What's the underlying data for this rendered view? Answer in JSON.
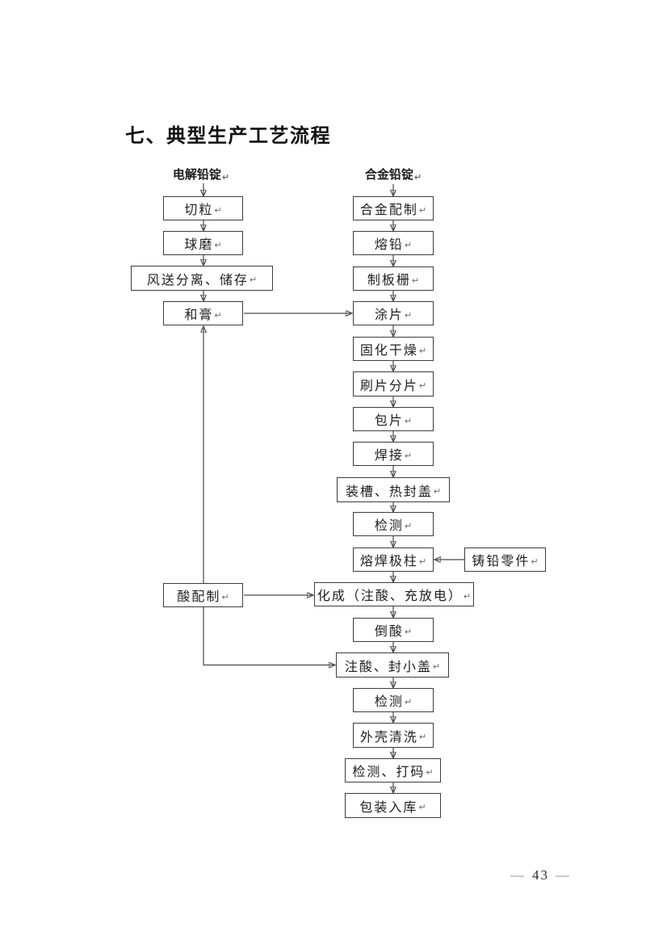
{
  "page": {
    "title": "七、典型生产工艺流程",
    "number": "43",
    "dash": "—"
  },
  "marks": {
    "paragraph_mark": "↵"
  },
  "colors": {
    "text": "#1f1f1f",
    "box_border": "#3d3d3d",
    "connector": "#4a4a4a",
    "paragraph_mark": "#6b6b6b",
    "page_dash": "#8a8a8a"
  },
  "flowchart": {
    "left_column": {
      "header": "电解铅锭",
      "steps": [
        {
          "label": "切粒"
        },
        {
          "label": "球磨"
        },
        {
          "label": "风送分离、储存"
        },
        {
          "label": "和膏"
        },
        {
          "label": "酸配制"
        }
      ]
    },
    "right_column": {
      "header": "合金铅锭",
      "steps": [
        {
          "label": "合金配制"
        },
        {
          "label": "熔铅"
        },
        {
          "label": "制板栅"
        },
        {
          "label": "涂片"
        },
        {
          "label": "固化干燥"
        },
        {
          "label": "刷片分片"
        },
        {
          "label": "包片"
        },
        {
          "label": "焊接"
        },
        {
          "label": "装槽、热封盖"
        },
        {
          "label": "检测"
        },
        {
          "label": "熔焊极柱"
        },
        {
          "label": "化成（注酸、充放电）"
        },
        {
          "label": "倒酸"
        },
        {
          "label": "注酸、封小盖"
        },
        {
          "label": "检测"
        },
        {
          "label": "外壳清洗"
        },
        {
          "label": "检测、打码"
        },
        {
          "label": "包装入库"
        }
      ]
    },
    "side_boxes": [
      {
        "label": "铸铅零件"
      }
    ],
    "edges": [
      {
        "from": "电解铅锭",
        "to": "切粒"
      },
      {
        "from": "切粒",
        "to": "球磨"
      },
      {
        "from": "球磨",
        "to": "风送分离、储存"
      },
      {
        "from": "风送分离、储存",
        "to": "和膏"
      },
      {
        "from": "和膏",
        "to": "涂片"
      },
      {
        "from": "酸配制",
        "to": "和膏"
      },
      {
        "from": "酸配制",
        "to": "化成（注酸、充放电）"
      },
      {
        "from": "酸配制",
        "to": "注酸、封小盖"
      },
      {
        "from": "合金铅锭",
        "to": "合金配制"
      },
      {
        "from": "合金配制",
        "to": "熔铅"
      },
      {
        "from": "熔铅",
        "to": "制板栅"
      },
      {
        "from": "制板栅",
        "to": "涂片"
      },
      {
        "from": "涂片",
        "to": "固化干燥"
      },
      {
        "from": "固化干燥",
        "to": "刷片分片"
      },
      {
        "from": "刷片分片",
        "to": "包片"
      },
      {
        "from": "包片",
        "to": "焊接"
      },
      {
        "from": "焊接",
        "to": "装槽、热封盖"
      },
      {
        "from": "装槽、热封盖",
        "to": "检测"
      },
      {
        "from": "检测",
        "to": "熔焊极柱"
      },
      {
        "from": "铸铅零件",
        "to": "熔焊极柱"
      },
      {
        "from": "熔焊极柱",
        "to": "化成（注酸、充放电）"
      },
      {
        "from": "化成（注酸、充放电）",
        "to": "倒酸"
      },
      {
        "from": "倒酸",
        "to": "注酸、封小盖"
      },
      {
        "from": "注酸、封小盖",
        "to": "检测"
      },
      {
        "from": "检测",
        "to": "外壳清洗"
      },
      {
        "from": "外壳清洗",
        "to": "检测、打码"
      },
      {
        "from": "检测、打码",
        "to": "包装入库"
      }
    ]
  }
}
